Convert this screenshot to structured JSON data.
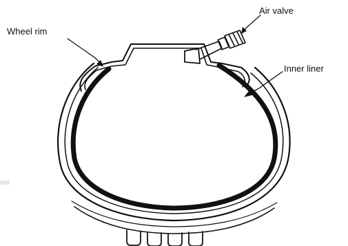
{
  "labels": {
    "wheel_rim": "Wheel rim",
    "air_valve": "Air valve",
    "inner_liner": "Inner liner"
  },
  "colors": {
    "ink": "#111111",
    "background": "#ffffff"
  }
}
